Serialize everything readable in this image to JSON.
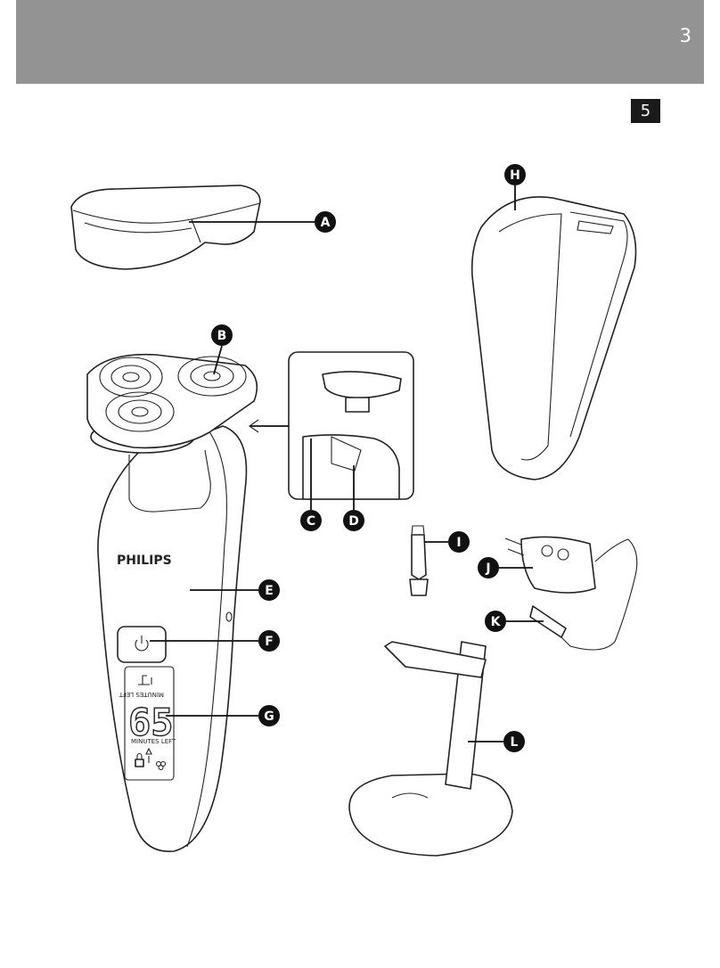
{
  "header": {
    "page_number": "3",
    "bar_color": "#939393"
  },
  "section_tab": "5",
  "brand": "PHILIPS",
  "lcd": {
    "digits": "65",
    "minutes_left_label": "MINUTES LEFT"
  },
  "callouts": [
    "A",
    "B",
    "C",
    "D",
    "E",
    "F",
    "G",
    "H",
    "I",
    "J",
    "K",
    "L"
  ],
  "icons": [
    "power-icon",
    "lock-icon",
    "faucet-icon",
    "cleaning-icon",
    "heads-icon"
  ]
}
